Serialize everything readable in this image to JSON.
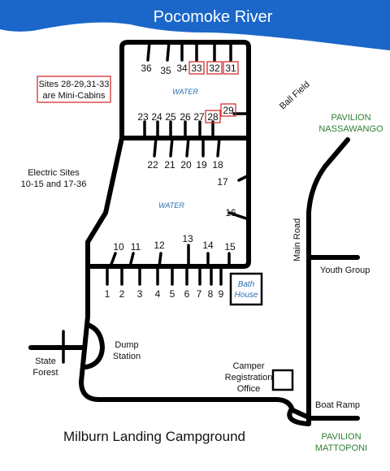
{
  "river": {
    "name": "Pocomoke River",
    "color": "#1a66c9"
  },
  "title": "Milburn Landing Campground",
  "notes": {
    "mini_cabins_line1": "Sites 28-29,31-33",
    "mini_cabins_line2": "are Mini-Cabins",
    "electric_line1": "Electric Sites",
    "electric_line2": "10-15 and 17-36"
  },
  "water_labels": [
    "WATER",
    "WATER"
  ],
  "bath_house": {
    "line1": "Bath",
    "line2": "House"
  },
  "places": {
    "ball_field": "Ball Field",
    "pavilion_nassawango_1": "PAVILION",
    "pavilion_nassawango_2": "NASSAWANGO",
    "main_road": "Main Road",
    "youth_group": "Youth Group",
    "dump_1": "Dump",
    "dump_2": "Station",
    "state_forest_1": "State",
    "state_forest_2": "Forest",
    "camper_1": "Camper",
    "camper_2": "Registration",
    "camper_3": "Office",
    "boat_ramp": "Boat Ramp",
    "pavilion_mattoponi_1": "PAVILION",
    "pavilion_mattoponi_2": "MATTOPONI"
  },
  "sites": {
    "top_row": [
      "36",
      "35",
      "34",
      "33",
      "32",
      "31"
    ],
    "mid_upper_row": [
      "23",
      "24",
      "25",
      "26",
      "27",
      "28"
    ],
    "site_29": "29",
    "mid_lower_row": [
      "22",
      "21",
      "20",
      "19",
      "18"
    ],
    "right_side": [
      "17",
      "16"
    ],
    "lower_row": [
      "10",
      "11",
      "12",
      "13",
      "14",
      "15"
    ],
    "bottom_row": [
      "1",
      "2",
      "3",
      "4",
      "5",
      "6",
      "7",
      "8",
      "9"
    ]
  },
  "mini_cabins": [
    "28",
    "29",
    "31",
    "32",
    "33"
  ],
  "colors": {
    "cabin_box": "#d32f2f",
    "pavilion": "#2e7d32",
    "water_text": "#2a6fb3"
  }
}
